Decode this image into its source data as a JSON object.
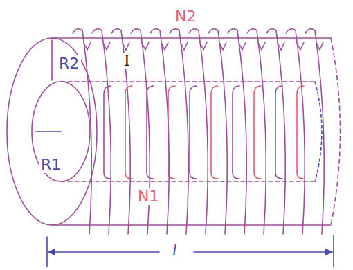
{
  "diagram": {
    "labels": [
      "N2",
      "R2",
      "I",
      "R1",
      "N1",
      "l"
    ]
  }
}
